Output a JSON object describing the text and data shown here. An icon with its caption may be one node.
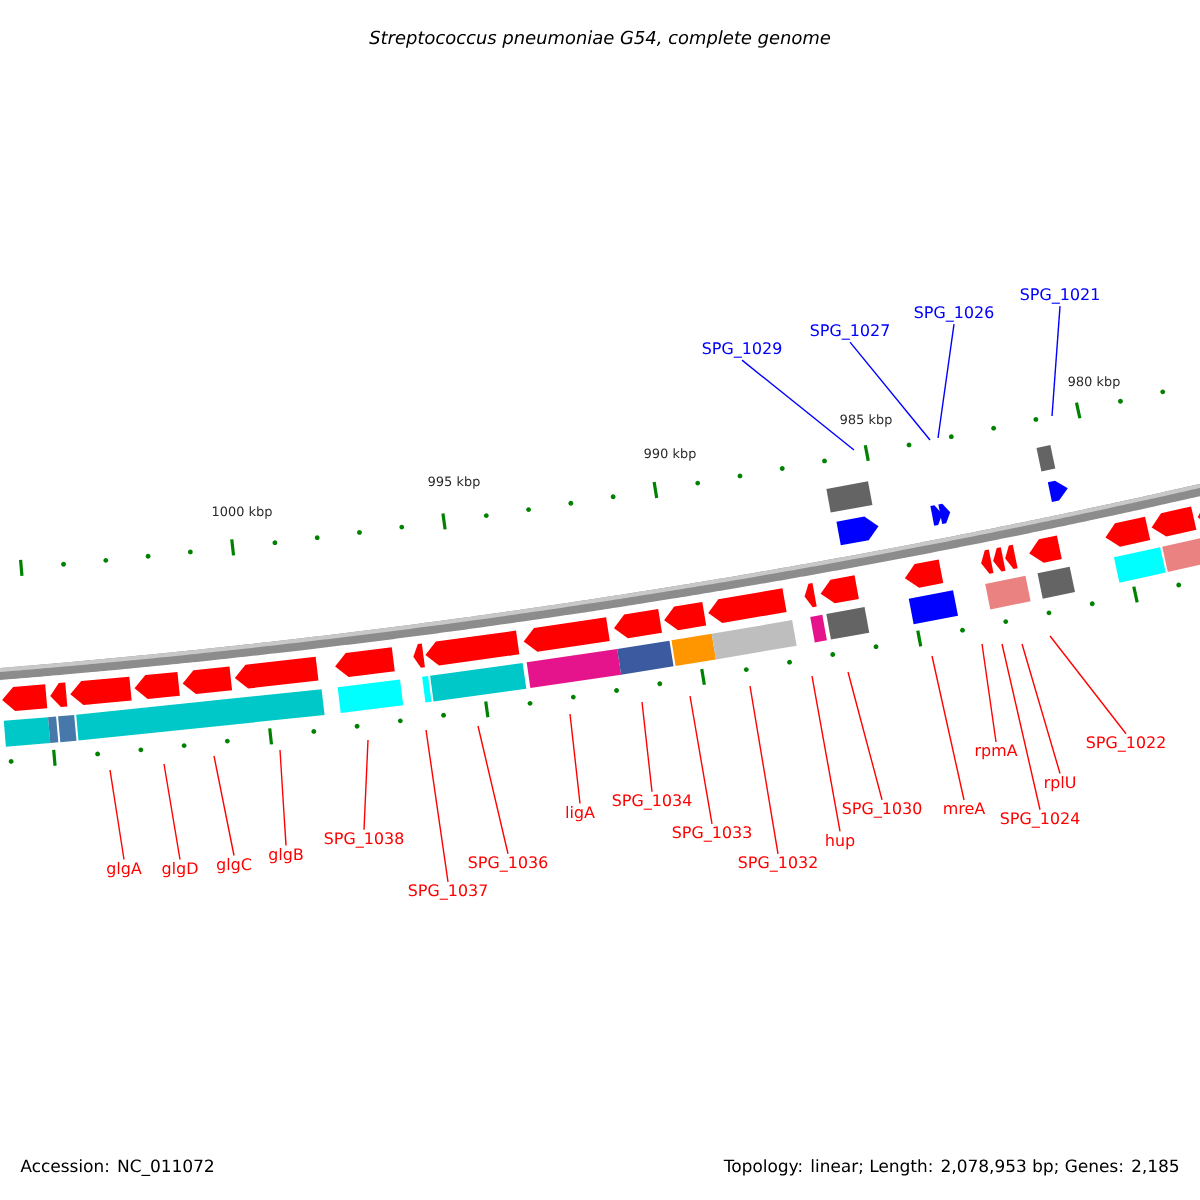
{
  "diagram": {
    "title": "Streptococcus pneumoniae G54, complete genome",
    "nodes": [
      {
        "text": [
          "glgA"
        ]
      },
      {
        "text": [
          "glgD"
        ]
      },
      {
        "text": [
          "glgC"
        ]
      },
      {
        "text": [
          "glgB"
        ]
      },
      {
        "text": [
          "SPG_1038"
        ]
      },
      {
        "text": [
          "SPG_1037"
        ]
      },
      {
        "text": [
          "SPG_1036"
        ]
      },
      {
        "text": [
          "ligA"
        ]
      },
      {
        "text": [
          "SPG_1034"
        ]
      },
      {
        "text": [
          "SPG_1033"
        ]
      },
      {
        "text": [
          "SPG_1032"
        ]
      },
      {
        "text": [
          "SPG_1030"
        ]
      },
      {
        "text": [
          "hup"
        ]
      },
      {
        "text": [
          "mreA"
        ]
      },
      {
        "text": [
          "rpmA"
        ]
      },
      {
        "text": [
          "rplU"
        ]
      },
      {
        "text": [
          "SPG_1024"
        ]
      },
      {
        "text": [
          "SPG_1022"
        ]
      },
      {
        "text": [
          "SPG_1029"
        ]
      },
      {
        "text": [
          "SPG_1027"
        ]
      },
      {
        "text": [
          "SPG_1026"
        ]
      },
      {
        "text": [
          "SPG_1021"
        ]
      }
    ],
    "edges": [
      {
        "from": 0,
        "to": null,
        "arrow": "none"
      },
      {
        "from": 1,
        "to": null,
        "arrow": "none"
      },
      {
        "from": 2,
        "to": null,
        "arrow": "none"
      },
      {
        "from": 3,
        "to": null,
        "arrow": "none"
      },
      {
        "from": 4,
        "to": null,
        "arrow": "none"
      },
      {
        "from": 5,
        "to": null,
        "arrow": "none"
      },
      {
        "from": 6,
        "to": null,
        "arrow": "none"
      },
      {
        "from": 7,
        "to": null,
        "arrow": "none"
      },
      {
        "from": 8,
        "to": null,
        "arrow": "none"
      },
      {
        "from": 9,
        "to": null,
        "arrow": "none"
      },
      {
        "from": 10,
        "to": null,
        "arrow": "none"
      },
      {
        "from": 11,
        "to": null,
        "arrow": "none"
      },
      {
        "from": 12,
        "to": null,
        "arrow": "none"
      },
      {
        "from": 13,
        "to": null,
        "arrow": "none"
      },
      {
        "from": 14,
        "to": null,
        "arrow": "none"
      },
      {
        "from": 15,
        "to": null,
        "arrow": "none"
      },
      {
        "from": 16,
        "to": null,
        "arrow": "none"
      },
      {
        "from": 17,
        "to": null,
        "arrow": "none"
      },
      {
        "from": 18,
        "to": null,
        "arrow": "none",
        "color": "#0000ff"
      },
      {
        "from": 19,
        "to": null,
        "arrow": "none",
        "color": "#0000ff"
      },
      {
        "from": 20,
        "to": null,
        "arrow": "none",
        "color": "#0000ff"
      },
      {
        "from": 21,
        "to": null,
        "arrow": "none",
        "color": "#0000ff"
      }
    ],
    "labels": [
      "1000 kbp",
      "995 kbp",
      "990 kbp",
      "985 kbp",
      "980 kbp",
      "Accession: NC_011072",
      "Topology: linear; Length: 2,078,953 bp; Genes: 2,185"
    ]
  }
}
